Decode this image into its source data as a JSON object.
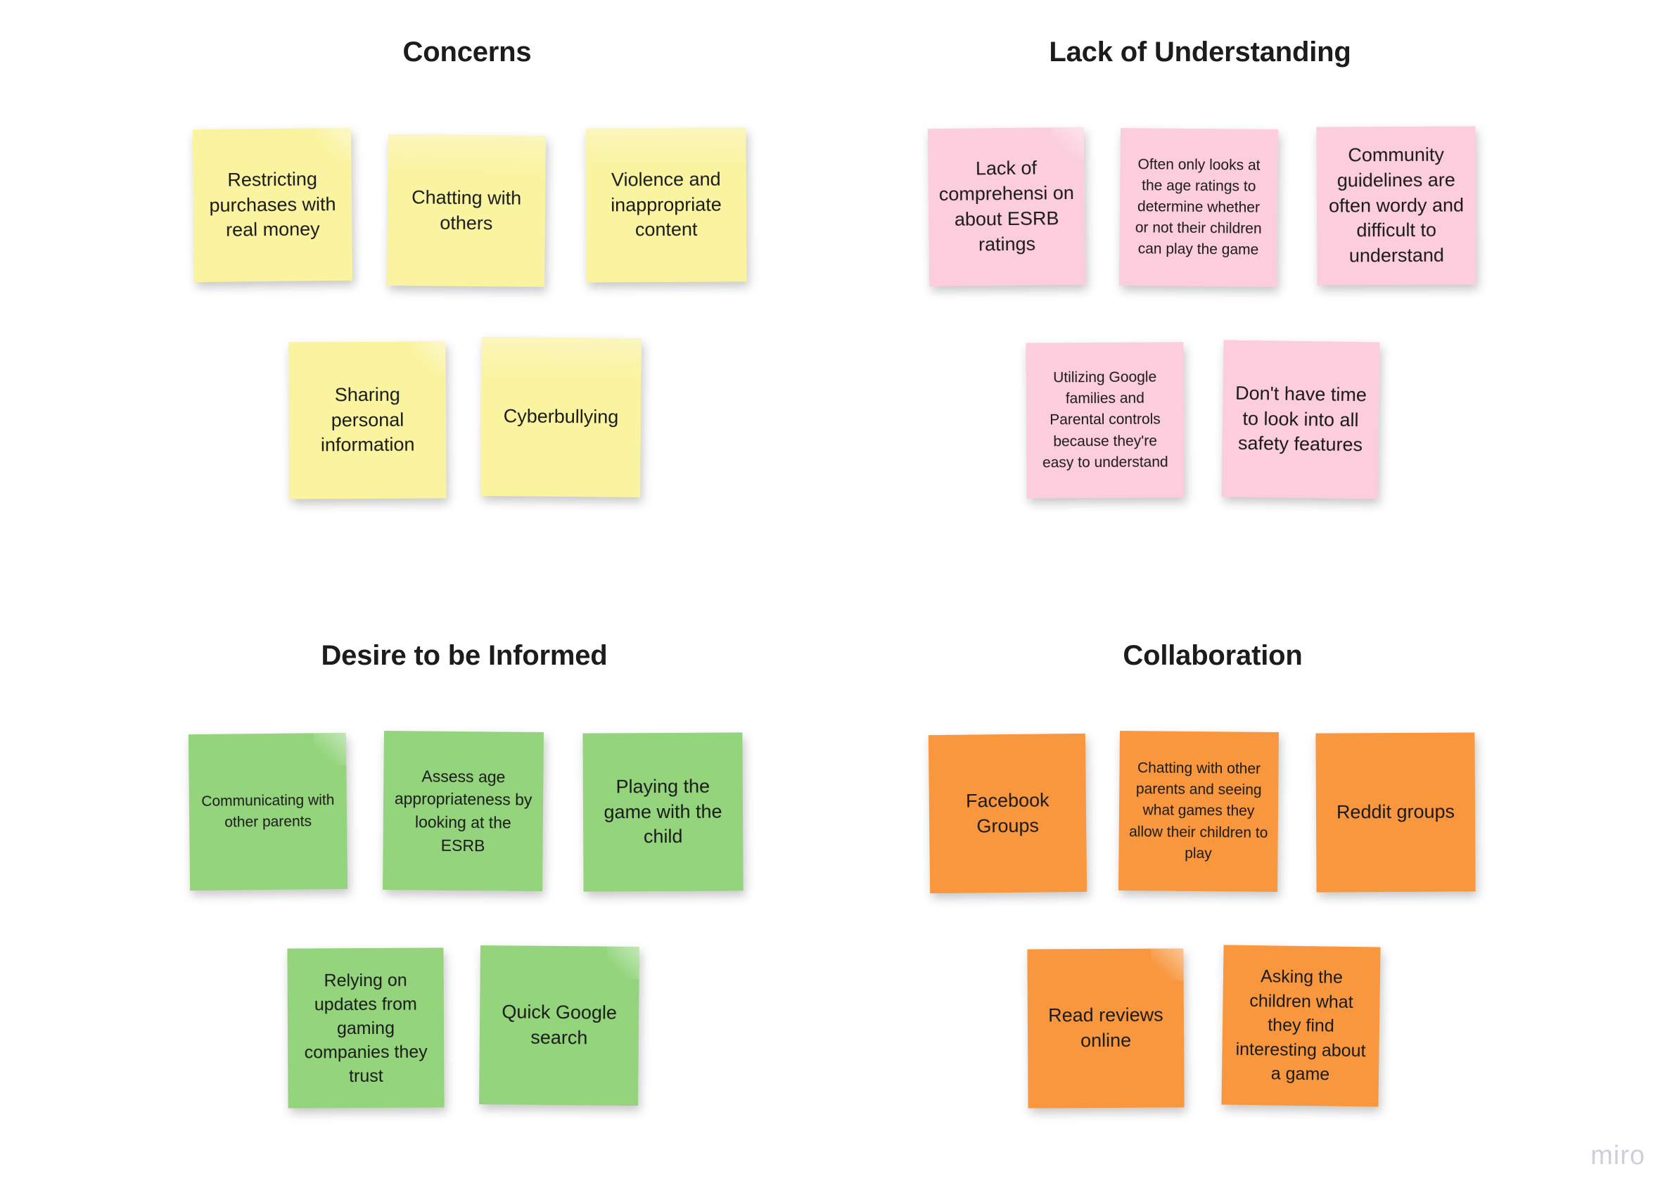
{
  "board": {
    "background_color": "#ffffff",
    "watermark": "miro"
  },
  "palette": {
    "yellow": "#FAF3A0",
    "pink": "#FBCDDD",
    "green": "#93D47C",
    "orange": "#F8973E",
    "heading_color": "#1c1c1c",
    "note_text_color": "#1a1a1a",
    "watermark_color": "#cfcfda"
  },
  "groups": [
    {
      "id": "concerns",
      "title": "Concerns",
      "color": "yellow",
      "notes": [
        {
          "text": "Restricting purchases with real money"
        },
        {
          "text": "Chatting with others"
        },
        {
          "text": "Violence and inappropriate content"
        },
        {
          "text": "Sharing personal information"
        },
        {
          "text": "Cyberbullying"
        }
      ]
    },
    {
      "id": "lack-of-understanding",
      "title": "Lack of Understanding",
      "color": "pink",
      "notes": [
        {
          "text": "Lack of comprehensi on about ESRB ratings"
        },
        {
          "text": "Often only looks at the age ratings to determine whether or not their children can play the game"
        },
        {
          "text": "Community guidelines are often wordy and difficult to understand"
        },
        {
          "text": "Utilizing Google families and Parental controls because they're easy to understand"
        },
        {
          "text": "Don't have time to look into all safety features"
        }
      ]
    },
    {
      "id": "desire-to-be-informed",
      "title": "Desire to be Informed",
      "color": "green",
      "notes": [
        {
          "text": "Communicating with other parents"
        },
        {
          "text": "Assess age appropriateness by looking at the ESRB"
        },
        {
          "text": "Playing the game with the child"
        },
        {
          "text": "Relying on updates from gaming companies they trust"
        },
        {
          "text": "Quick Google search"
        }
      ]
    },
    {
      "id": "collaboration",
      "title": "Collaboration",
      "color": "orange",
      "notes": [
        {
          "text": "Facebook Groups"
        },
        {
          "text": "Chatting with other parents and seeing what games they allow their children to play"
        },
        {
          "text": "Reddit groups"
        },
        {
          "text": "Read reviews online"
        },
        {
          "text": "Asking the children what they find interesting about a game"
        }
      ]
    }
  ]
}
